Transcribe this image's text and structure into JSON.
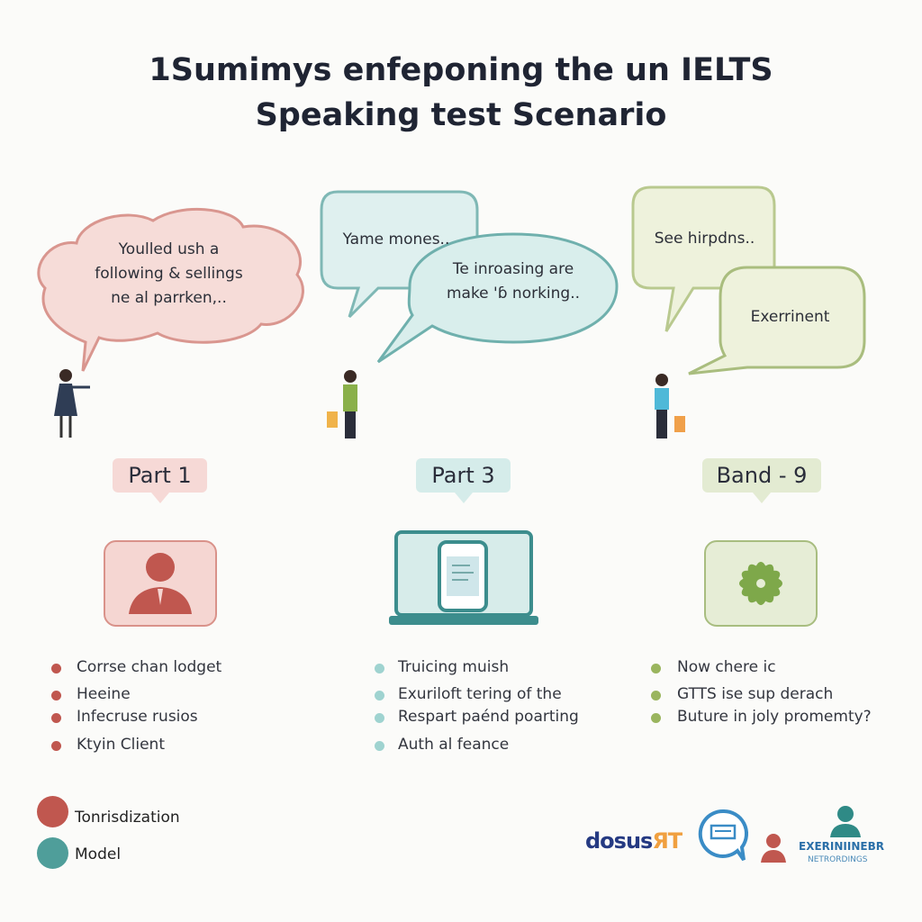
{
  "title": {
    "line1": "1Sumimys enfeponing the un IELTS",
    "line2": "Speaking test Scenario"
  },
  "colors": {
    "pink": "#c0574f",
    "teal": "#4f9e9a",
    "green": "#8fae5b"
  },
  "bubbles": {
    "left": {
      "text1": "Youlled ush a",
      "text2": "following & sellings",
      "text3": "ne al parrken,.."
    },
    "middle_back": {
      "text": "Yame mones.."
    },
    "middle_front": {
      "text1": "Te inroasing are",
      "text2": "make 'ɓ norking.."
    },
    "right_back": {
      "text": "See hirpdns.."
    },
    "right_front": {
      "text": "Exerrinent"
    }
  },
  "sections": [
    {
      "label": "Part 1",
      "icon": "person-icon",
      "bullets": [
        "Corrse chan lodget",
        "Heeine",
        "Infecruse rusios",
        "Ktyin Client"
      ]
    },
    {
      "label": "Part 3",
      "icon": "laptop-phone-icon",
      "bullets": [
        "Truicing muish",
        "Exuriloft tering of the",
        "Respart paénd poarting",
        "Auth al feance"
      ]
    },
    {
      "label": "Band - 9",
      "icon": "flower-icon",
      "bullets": [
        "Now chere ic",
        "GTTS ise sup derach",
        "Buture in joly promemty?"
      ]
    }
  ],
  "legend": [
    {
      "label": "Tonrisdization",
      "color": "#c0574f"
    },
    {
      "label": "Model",
      "color": "#4f9e9a"
    }
  ],
  "logos": {
    "brand1": {
      "main": "dosus",
      "suffix": "ЯT"
    },
    "brand2": {
      "line1": "EXERINIINEBR",
      "line2": "NETRORDINGS"
    }
  }
}
